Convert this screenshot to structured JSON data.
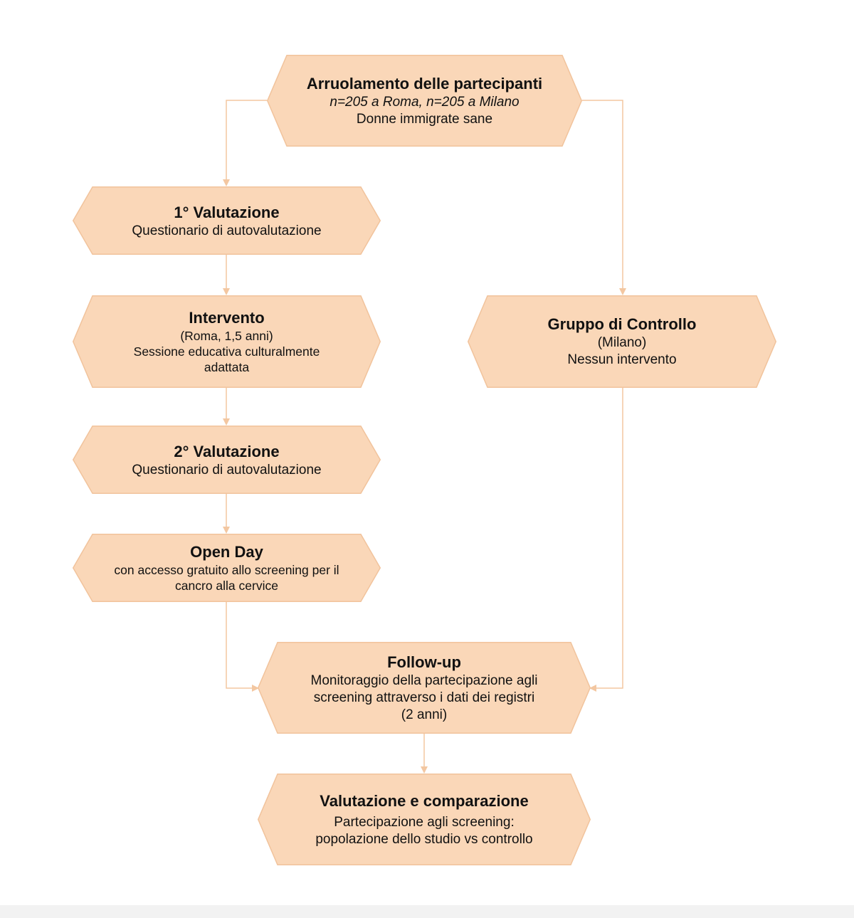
{
  "colors": {
    "node_fill": "#fad7b8",
    "node_stroke": "#f1c39c",
    "connector": "#f3c7a1",
    "text": "#111111"
  },
  "nodes": {
    "enrollment": {
      "title": "Arruolamento delle partecipanti",
      "line1": "n=205 a Roma, n=205 a Milano",
      "line2": "Donne immigrate sane"
    },
    "first_assessment": {
      "title": "1° Valutazione",
      "line1": "Questionario di autovalutazione"
    },
    "intervention": {
      "title": "Intervento",
      "line1": "(Roma, 1,5 anni)",
      "line2": "Sessione educativa culturalmente",
      "line3": "adattata"
    },
    "second_assessment": {
      "title": "2° Valutazione",
      "line1": "Questionario di autovalutazione"
    },
    "open_day": {
      "title": "Open Day",
      "line1": "con accesso gratuito allo screening per il",
      "line2": "cancro alla cervice"
    },
    "control_group": {
      "title": "Gruppo di Controllo",
      "line1": "(Milano)",
      "line2": "Nessun intervento"
    },
    "follow_up": {
      "title": "Follow-up",
      "line1": "Monitoraggio della partecipazione agli",
      "line2": "screening attraverso i dati dei registri",
      "line3": "(2 anni)"
    },
    "evaluation": {
      "title": "Valutazione e comparazione",
      "line1": "Partecipazione agli screening:",
      "line2": "popolazione dello studio vs controllo"
    }
  }
}
